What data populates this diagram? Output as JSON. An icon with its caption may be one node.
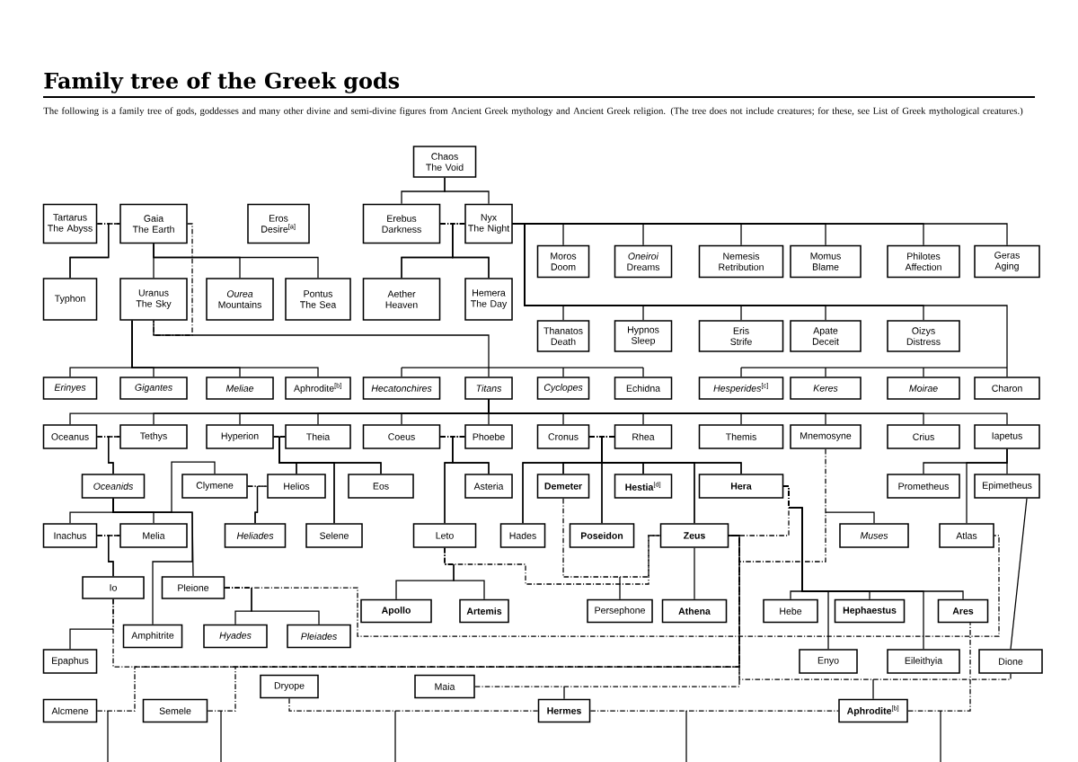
{
  "diagram": {
    "title": "Family tree of the Greek gods",
    "caption": "The following is a family tree of gods, goddesses and many other divine and semi-divine figures from Ancient Greek mythology and Ancient Greek religion. (The tree does not include creatures; for these, see List of Greek mythological creatures.)",
    "nodes": [
      {
        "text": [
          "Chaos",
          "The Void"
        ]
      },
      {
        "text": [
          "Tartarus",
          "The Abyss"
        ]
      },
      {
        "text": [
          "Gaia",
          "The Earth"
        ]
      },
      {
        "text": [
          "Eros",
          "Desire$^{[a]}$"
        ]
      },
      {
        "text": [
          "Erebus",
          "Darkness"
        ]
      },
      {
        "text": [
          "Nyx",
          "The Night"
        ]
      },
      {
        "text": [
          "Moros",
          "Doom"
        ]
      },
      {
        "text": [
          "*Oneiroi*",
          "Dreams"
        ]
      },
      {
        "text": [
          "Nemesis",
          "Retribution"
        ]
      },
      {
        "text": [
          "Momus",
          "Blame"
        ]
      },
      {
        "text": [
          "Philotes",
          "Affection"
        ]
      },
      {
        "text": [
          "Geras",
          "Aging"
        ]
      },
      {
        "text": [
          "Typhon"
        ]
      },
      {
        "text": [
          "Uranus",
          "The Sky"
        ]
      },
      {
        "text": [
          "*Ourea*",
          "Mountains"
        ]
      },
      {
        "text": [
          "Pontus",
          "The Sea"
        ]
      },
      {
        "text": [
          "Aether",
          "Heaven"
        ]
      },
      {
        "text": [
          "Hemera",
          "The Day"
        ]
      },
      {
        "text": [
          "Thanatos",
          "Death"
        ]
      },
      {
        "text": [
          "Hypnos",
          "Sleep"
        ]
      },
      {
        "text": [
          "Eris",
          "Strife"
        ]
      },
      {
        "text": [
          "Apate",
          "Deceit"
        ]
      },
      {
        "text": [
          "Oizys",
          "Distress"
        ]
      },
      {
        "text": [
          "*Erinyes*"
        ]
      },
      {
        "text": [
          "*Gigantes*"
        ]
      },
      {
        "text": [
          "*Meliae*"
        ]
      },
      {
        "text": [
          "Aphrodite$^{[b]}$"
        ]
      },
      {
        "text": [
          "*Hecatonchires*"
        ]
      },
      {
        "text": [
          "*Titans*"
        ]
      },
      {
        "text": [
          "*Cyclopes*"
        ]
      },
      {
        "text": [
          "Echidna"
        ]
      },
      {
        "text": [
          "*Hesperides*$^{[c]}$"
        ]
      },
      {
        "text": [
          "*Keres*"
        ]
      },
      {
        "text": [
          "*Moirae*"
        ]
      },
      {
        "text": [
          "Charon"
        ]
      },
      {
        "text": [
          "Oceanus"
        ]
      },
      {
        "text": [
          "Tethys"
        ]
      },
      {
        "text": [
          "Hyperion"
        ]
      },
      {
        "text": [
          "Theia"
        ]
      },
      {
        "text": [
          "Coeus"
        ]
      },
      {
        "text": [
          "Phoebe"
        ]
      },
      {
        "text": [
          "Cronus"
        ]
      },
      {
        "text": [
          "Rhea"
        ]
      },
      {
        "text": [
          "Themis"
        ]
      },
      {
        "text": [
          "Mnemosyne"
        ]
      },
      {
        "text": [
          "Crius"
        ]
      },
      {
        "text": [
          "Iapetus"
        ]
      },
      {
        "text": [
          "*Oceanids*"
        ]
      },
      {
        "text": [
          "Clymene"
        ]
      },
      {
        "text": [
          "Helios"
        ]
      },
      {
        "text": [
          "Eos"
        ]
      },
      {
        "text": [
          "Asteria"
        ]
      },
      {
        "text": [
          "**Demeter**"
        ]
      },
      {
        "text": [
          "**Hestia**$^{[d]}$"
        ]
      },
      {
        "text": [
          "**Hera**"
        ]
      },
      {
        "text": [
          "Prometheus"
        ]
      },
      {
        "text": [
          "Epimetheus"
        ]
      },
      {
        "text": [
          "Inachus"
        ]
      },
      {
        "text": [
          "Melia"
        ]
      },
      {
        "text": [
          "*Heliades*"
        ]
      },
      {
        "text": [
          "Selene"
        ]
      },
      {
        "text": [
          "Leto"
        ]
      },
      {
        "text": [
          "Hades"
        ]
      },
      {
        "text": [
          "**Poseidon**"
        ]
      },
      {
        "text": [
          "**Zeus**"
        ]
      },
      {
        "text": [
          "*Muses*"
        ]
      },
      {
        "text": [
          "Atlas"
        ]
      },
      {
        "text": [
          "Io"
        ]
      },
      {
        "text": [
          "Pleione"
        ]
      },
      {
        "text": [
          "**Apollo**"
        ]
      },
      {
        "text": [
          "**Artemis**"
        ]
      },
      {
        "text": [
          "Persephone"
        ]
      },
      {
        "text": [
          "**Athena**"
        ]
      },
      {
        "text": [
          "Hebe"
        ]
      },
      {
        "text": [
          "**Hephaestus**"
        ]
      },
      {
        "text": [
          "**Ares**"
        ]
      },
      {
        "text": [
          "Amphitrite"
        ]
      },
      {
        "text": [
          "*Hyades*"
        ]
      },
      {
        "text": [
          "*Pleiades*"
        ]
      },
      {
        "text": [
          "Epaphus"
        ]
      },
      {
        "text": [
          "Enyo"
        ]
      },
      {
        "text": [
          "Eileithyia"
        ]
      },
      {
        "text": [
          "Dione"
        ]
      },
      {
        "text": [
          "Dryope"
        ]
      },
      {
        "text": [
          "Maia"
        ]
      },
      {
        "text": [
          "Alcmene"
        ]
      },
      {
        "text": [
          "Semele"
        ]
      },
      {
        "text": [
          "**Hermes**"
        ]
      },
      {
        "text": [
          "**Aphrodite**$^{[b]}$"
        ]
      }
    ],
    "edges": [
      {
        "from": 0,
        "to": 4,
        "arrow": "none"
      },
      {
        "from": 0,
        "to": 5,
        "arrow": "none"
      },
      {
        "from": 1,
        "to": 2,
        "arrow": "none",
        "style": "dashed"
      },
      {
        "from": 1,
        "to": 12,
        "arrow": "none"
      },
      {
        "from": 2,
        "to": 12,
        "arrow": "none"
      },
      {
        "from": 2,
        "to": 13,
        "arrow": "none"
      },
      {
        "from": 2,
        "to": 14,
        "arrow": "none"
      },
      {
        "from": 2,
        "to": 15,
        "arrow": "none"
      },
      {
        "from": 2,
        "to": 13,
        "arrow": "none",
        "style": "dashed"
      },
      {
        "from": 13,
        "to": 27,
        "arrow": "none"
      },
      {
        "from": 13,
        "to": 28,
        "arrow": "none"
      },
      {
        "from": 13,
        "to": 29,
        "arrow": "none"
      },
      {
        "from": 13,
        "to": 30,
        "arrow": "none"
      },
      {
        "from": 13,
        "to": 23,
        "arrow": "none"
      },
      {
        "from": 13,
        "to": 24,
        "arrow": "none"
      },
      {
        "from": 13,
        "to": 25,
        "arrow": "none"
      },
      {
        "from": 13,
        "to": 26,
        "arrow": "none"
      },
      {
        "from": 4,
        "to": 5,
        "arrow": "none",
        "style": "dashed"
      },
      {
        "from": 4,
        "to": 16,
        "arrow": "none"
      },
      {
        "from": 5,
        "to": 16,
        "arrow": "none"
      },
      {
        "from": 4,
        "to": 17,
        "arrow": "none"
      },
      {
        "from": 5,
        "to": 17,
        "arrow": "none"
      },
      {
        "from": 5,
        "to": 6,
        "arrow": "none"
      },
      {
        "from": 5,
        "to": 7,
        "arrow": "none"
      },
      {
        "from": 5,
        "to": 8,
        "arrow": "none"
      },
      {
        "from": 5,
        "to": 9,
        "arrow": "none"
      },
      {
        "from": 5,
        "to": 10,
        "arrow": "none"
      },
      {
        "from": 5,
        "to": 11,
        "arrow": "none"
      },
      {
        "from": 5,
        "to": 18,
        "arrow": "none"
      },
      {
        "from": 5,
        "to": 19,
        "arrow": "none"
      },
      {
        "from": 5,
        "to": 20,
        "arrow": "none"
      },
      {
        "from": 5,
        "to": 21,
        "arrow": "none"
      },
      {
        "from": 5,
        "to": 22,
        "arrow": "none"
      },
      {
        "from": 5,
        "to": 31,
        "arrow": "none"
      },
      {
        "from": 5,
        "to": 32,
        "arrow": "none"
      },
      {
        "from": 5,
        "to": 33,
        "arrow": "none"
      },
      {
        "from": 5,
        "to": 34,
        "arrow": "none"
      },
      {
        "from": 28,
        "to": 35,
        "arrow": "none"
      },
      {
        "from": 28,
        "to": 36,
        "arrow": "none"
      },
      {
        "from": 28,
        "to": 37,
        "arrow": "none"
      },
      {
        "from": 28,
        "to": 38,
        "arrow": "none"
      },
      {
        "from": 28,
        "to": 39,
        "arrow": "none"
      },
      {
        "from": 28,
        "to": 40,
        "arrow": "none"
      },
      {
        "from": 28,
        "to": 41,
        "arrow": "none"
      },
      {
        "from": 28,
        "to": 42,
        "arrow": "none"
      },
      {
        "from": 28,
        "to": 43,
        "arrow": "none"
      },
      {
        "from": 28,
        "to": 44,
        "arrow": "none"
      },
      {
        "from": 28,
        "to": 45,
        "arrow": "none"
      },
      {
        "from": 28,
        "to": 46,
        "arrow": "none"
      },
      {
        "from": 35,
        "to": 36,
        "arrow": "none",
        "style": "dashed"
      },
      {
        "from": 35,
        "to": 47,
        "arrow": "none"
      },
      {
        "from": 36,
        "to": 47,
        "arrow": "none"
      },
      {
        "from": 37,
        "to": 38,
        "arrow": "none",
        "style": "dashed"
      },
      {
        "from": 37,
        "to": 49,
        "arrow": "none"
      },
      {
        "from": 38,
        "to": 49,
        "arrow": "none"
      },
      {
        "from": 37,
        "to": 60,
        "arrow": "none"
      },
      {
        "from": 38,
        "to": 60,
        "arrow": "none"
      },
      {
        "from": 37,
        "to": 50,
        "arrow": "none"
      },
      {
        "from": 38,
        "to": 50,
        "arrow": "none"
      },
      {
        "from": 39,
        "to": 40,
        "arrow": "none",
        "style": "dashed"
      },
      {
        "from": 39,
        "to": 51,
        "arrow": "none"
      },
      {
        "from": 40,
        "to": 51,
        "arrow": "none"
      },
      {
        "from": 39,
        "to": 61,
        "arrow": "none"
      },
      {
        "from": 40,
        "to": 61,
        "arrow": "none"
      },
      {
        "from": 41,
        "to": 42,
        "arrow": "none",
        "style": "dashed"
      },
      {
        "from": 41,
        "to": 52,
        "arrow": "none"
      },
      {
        "from": 42,
        "to": 52,
        "arrow": "none"
      },
      {
        "from": 41,
        "to": 53,
        "arrow": "none"
      },
      {
        "from": 42,
        "to": 53,
        "arrow": "none"
      },
      {
        "from": 41,
        "to": 54,
        "arrow": "none"
      },
      {
        "from": 42,
        "to": 54,
        "arrow": "none"
      },
      {
        "from": 41,
        "to": 62,
        "arrow": "none"
      },
      {
        "from": 42,
        "to": 62,
        "arrow": "none"
      },
      {
        "from": 41,
        "to": 63,
        "arrow": "none"
      },
      {
        "from": 42,
        "to": 63,
        "arrow": "none"
      },
      {
        "from": 41,
        "to": 64,
        "arrow": "none"
      },
      {
        "from": 42,
        "to": 64,
        "arrow": "none"
      },
      {
        "from": 47,
        "to": 57,
        "arrow": "none"
      },
      {
        "from": 47,
        "to": 58,
        "arrow": "none"
      },
      {
        "from": 47,
        "to": 48,
        "arrow": "none"
      },
      {
        "from": 47,
        "to": 76,
        "arrow": "none"
      },
      {
        "from": 47,
        "to": 68,
        "arrow": "none"
      },
      {
        "from": 57,
        "to": 58,
        "arrow": "none",
        "style": "dashed"
      },
      {
        "from": 57,
        "to": 67,
        "arrow": "none"
      },
      {
        "from": 58,
        "to": 67,
        "arrow": "none"
      },
      {
        "from": 48,
        "to": 49,
        "arrow": "none",
        "style": "dashed"
      },
      {
        "from": 48,
        "to": 59,
        "arrow": "none"
      },
      {
        "from": 49,
        "to": 59,
        "arrow": "none"
      },
      {
        "from": 46,
        "to": 55,
        "arrow": "none"
      },
      {
        "from": 46,
        "to": 66,
        "arrow": "none"
      },
      {
        "from": 46,
        "to": 56,
        "arrow": "none"
      },
      {
        "from": 56,
        "to": 82,
        "arrow": "none"
      },
      {
        "from": 67,
        "to": 79,
        "arrow": "none"
      },
      {
        "from": 68,
        "to": 66,
        "arrow": "none",
        "style": "dashed"
      },
      {
        "from": 68,
        "to": 77,
        "arrow": "none"
      },
      {
        "from": 68,
        "to": 78,
        "arrow": "none"
      },
      {
        "from": 61,
        "to": 64,
        "arrow": "none",
        "style": "dashed"
      },
      {
        "from": 61,
        "to": 69,
        "arrow": "none"
      },
      {
        "from": 61,
        "to": 70,
        "arrow": "none"
      },
      {
        "from": 52,
        "to": 64,
        "arrow": "none",
        "style": "dashed"
      },
      {
        "from": null,
        "to": 71,
        "arrow": "none"
      },
      {
        "from": 64,
        "to": 72,
        "arrow": "none"
      },
      {
        "from": 54,
        "to": 64,
        "arrow": "none",
        "style": "dashed"
      },
      {
        "from": 54,
        "to": 73,
        "arrow": "none"
      },
      {
        "from": 54,
        "to": 74,
        "arrow": "none"
      },
      {
        "from": 54,
        "to": 75,
        "arrow": "none"
      },
      {
        "from": 54,
        "to": 80,
        "arrow": "none"
      },
      {
        "from": 54,
        "to": 81,
        "arrow": "none"
      },
      {
        "from": 44,
        "to": 64,
        "arrow": "none",
        "style": "dashed"
      },
      {
        "from": null,
        "to": 65,
        "arrow": "none"
      },
      {
        "from": 67,
        "to": 64,
        "arrow": "none",
        "style": "dashed"
      },
      {
        "from": 84,
        "to": 64,
        "arrow": "none",
        "style": "dashed"
      },
      {
        "from": null,
        "to": 87,
        "arrow": "none"
      },
      {
        "from": 85,
        "to": 64,
        "arrow": "none",
        "style": "dashed"
      },
      {
        "from": 86,
        "to": 64,
        "arrow": "none",
        "style": "dashed"
      },
      {
        "from": 82,
        "to": 64,
        "arrow": "none",
        "style": "dashed"
      },
      {
        "from": null,
        "to": 88,
        "arrow": "none"
      },
      {
        "from": 83,
        "to": 87,
        "arrow": "none",
        "style": "dashed"
      },
      {
        "from": 87,
        "to": 88,
        "arrow": "none",
        "style": "dashed"
      },
      {
        "from": 88,
        "to": 75,
        "arrow": "none",
        "style": "dashed"
      }
    ]
  }
}
